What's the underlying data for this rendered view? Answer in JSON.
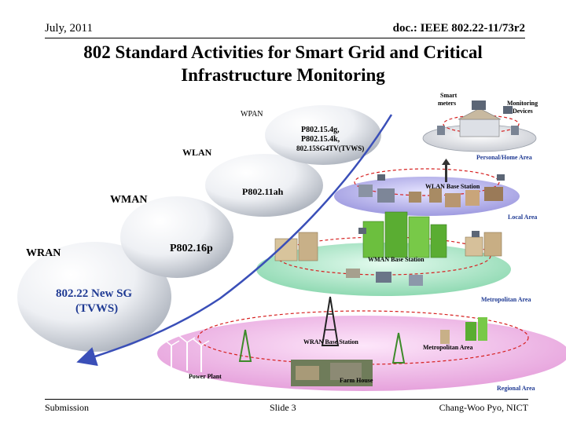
{
  "header": {
    "date": "July, 2011",
    "doc_id": "doc.: IEEE 802.22-11/73r2"
  },
  "title": {
    "line1": "802 Standard Activities for Smart Grid and Critical",
    "line2": "Infrastructure Monitoring"
  },
  "networks": {
    "wpan": "WPAN",
    "wlan": "WLAN",
    "wman": "WMAN",
    "wran": "WRAN"
  },
  "standards": {
    "wpan_line1": "P802.15.4g,",
    "wpan_line2": "P802.15.4k,",
    "wpan_line3": "802.15SG4TV(TVWS)",
    "wlan": "P802.11ah",
    "wman": "P802.16p",
    "wran_line1": "802.22 New SG",
    "wran_line2": "(TVWS)"
  },
  "scene": {
    "smart_meters_line1": "Smart",
    "smart_meters_line2": "meters",
    "monitoring_line1": "Monitoring",
    "monitoring_line2": "Devices",
    "personal_home_area": "Personal/Home Area",
    "wlan_base_station": "WLAN Base Station",
    "local_area": "Local Area",
    "wman_base_station": "WMAN Base Station",
    "metropolitan_area": "Metropolitan Area",
    "wran_base_station": "WRAN Base Station",
    "metropolitan_area_inner": "Metropolitan Area",
    "power_plant": "Power Plant",
    "farm_house": "Farm House",
    "regional_area": "Regional Area"
  },
  "footer": {
    "submission": "Submission",
    "slide": "Slide 3",
    "author": "Chang-Woo Pyo, NICT"
  },
  "colors": {
    "arrow": "#3a4fb8",
    "label_blue": "#1f3a93",
    "home_disc": "#e4e6ea",
    "local_disc": "#c4c2ee",
    "metro_disc": "#b8ecd2",
    "regional_disc": "#f2c4ec",
    "dashed_red": "#d62020"
  }
}
